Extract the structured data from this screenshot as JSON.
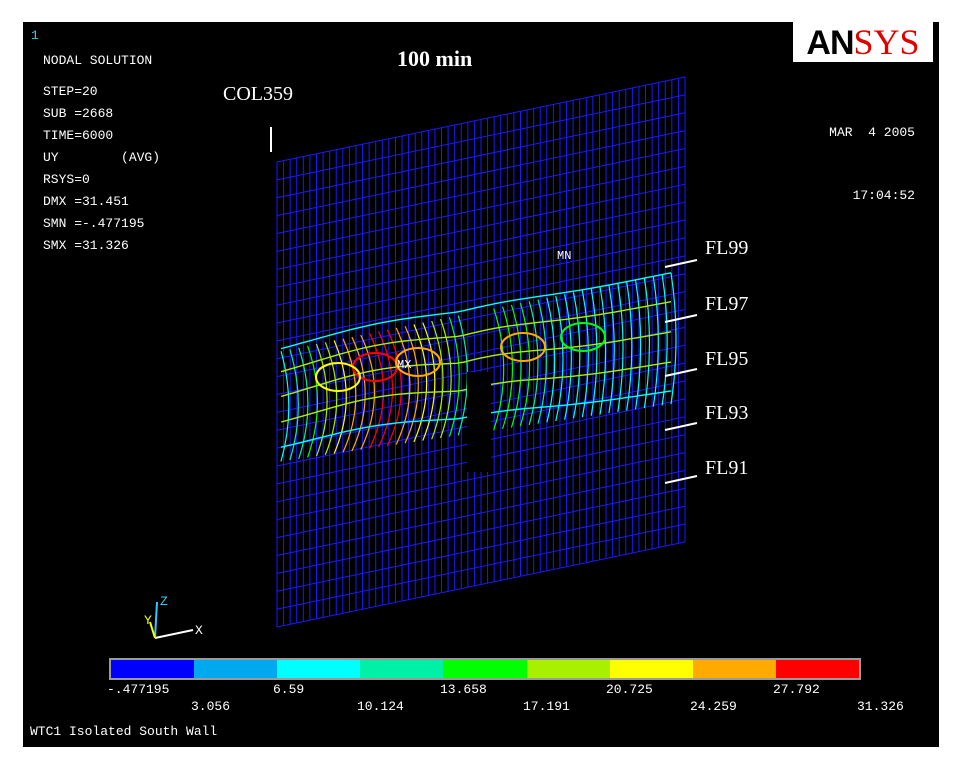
{
  "window_number": "1",
  "solution": {
    "heading": "NODAL SOLUTION",
    "lines": [
      "STEP=20",
      "SUB =2668",
      "TIME=6000",
      "UY        (AVG)",
      "RSYS=0",
      "DMX =31.451",
      "SMN =-.477195",
      "SMX =31.326"
    ]
  },
  "title": "100 min",
  "column_label": "COL359",
  "date": "MAR  4 2005",
  "time": "17:04:52",
  "logo": {
    "part1": "AN",
    "part2": "SYS"
  },
  "mesh_labels": {
    "min": "MN",
    "max": "MX"
  },
  "floors": [
    "FL99",
    "FL97",
    "FL95",
    "FL93",
    "FL91"
  ],
  "axes": {
    "x": "X",
    "y": "Y",
    "z": "Z"
  },
  "legend": {
    "colors": [
      "#0000ff",
      "#00a8f0",
      "#00ffff",
      "#00f0a8",
      "#00ff00",
      "#a8f000",
      "#ffff00",
      "#ffaa00",
      "#ff0000"
    ],
    "values_top": [
      "-.477195",
      "6.59",
      "13.658",
      "20.725",
      "27.792"
    ],
    "values_bottom": [
      "3.056",
      "10.124",
      "17.191",
      "24.259",
      "31.326"
    ]
  },
  "footer": "WTC1 Isolated South Wall"
}
